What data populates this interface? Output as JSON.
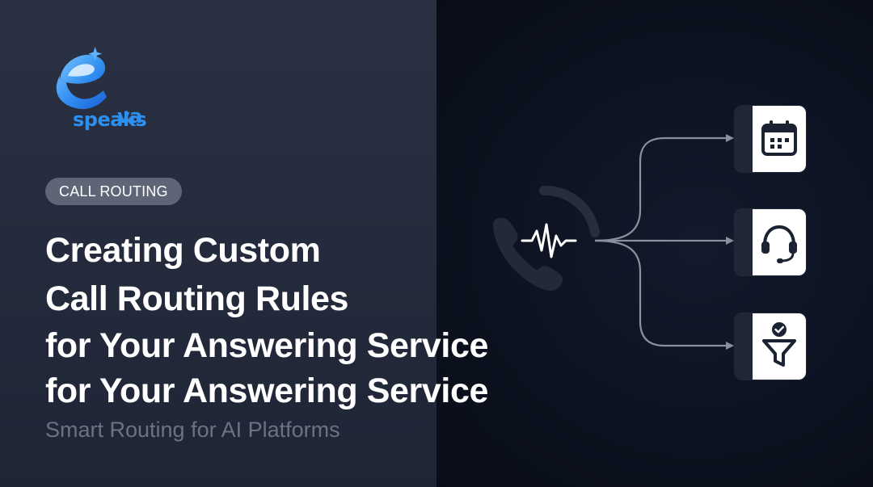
{
  "brand": {
    "logo_line1": "va",
    "logo_line2": "speaks",
    "accent_color": "#2d8ff0"
  },
  "category": {
    "label": "CALL ROUTING"
  },
  "headline": {
    "lines": [
      "Creating Custom",
      "Call Routing Rules",
      "for Your Answering Service",
      "for Your Answering Service"
    ]
  },
  "subtitle": "Smart Routing for AI Platforms",
  "diagram": {
    "source_icon": "phone-icon",
    "signal_icon": "waveform-icon",
    "destinations": [
      {
        "icon": "calendar-icon"
      },
      {
        "icon": "headset-icon"
      },
      {
        "icon": "filter-check-icon"
      }
    ]
  }
}
